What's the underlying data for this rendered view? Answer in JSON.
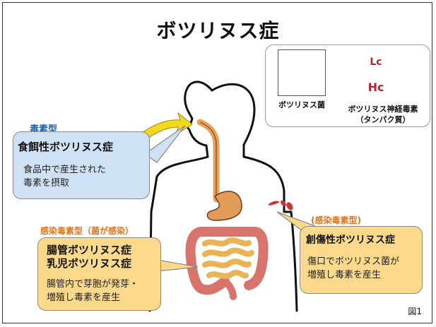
{
  "title": "ボツリヌス症",
  "legend": {
    "bacteria_label": "ボツリヌス菌",
    "toxin_label_line1": "ボツリヌス神経毒素",
    "toxin_label_line2": "（タンパク質）",
    "lc": "Lc",
    "hc": "Hc"
  },
  "foodborne": {
    "tag": "毒素型",
    "heading": "食餌性ボツリヌス症",
    "desc_line1": "食品中で産生された",
    "desc_line2": "毒素を摂取"
  },
  "intestinal": {
    "tag": "感染毒素型（菌が感染）",
    "heading_line1": "腸管ボツリヌス症",
    "heading_line2": "乳児ボツリヌス症",
    "desc_line1": "腸管内で芽胞が発芽・",
    "desc_line2": "増殖し毒素を産生"
  },
  "wound": {
    "tag": "(感染毒素型)",
    "heading": "創傷性ボツリヌス症",
    "desc_line1": "傷口でボツリヌス菌が",
    "desc_line2": "増殖し毒素を産生"
  },
  "figure_label": "図1",
  "colors": {
    "blue_tag": "#1f5ea8",
    "orange_tag": "#e0761b",
    "blue_fill": "#cfe2f5",
    "yellow_fill": "#fcd98b",
    "arrow_yellow": "#f2d81f",
    "toxin_red": "#c7383a"
  }
}
